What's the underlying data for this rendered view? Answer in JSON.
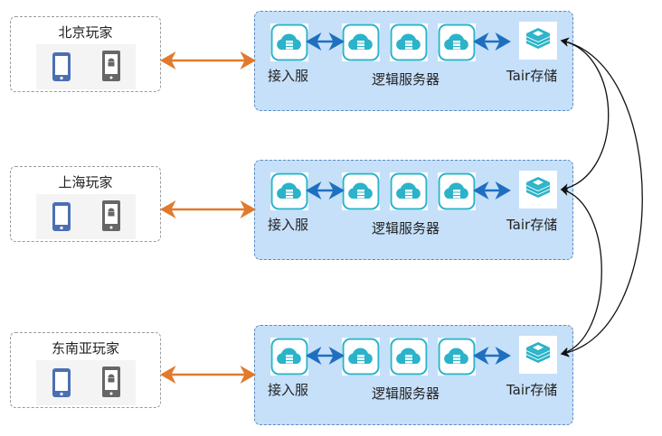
{
  "regions": [
    {
      "player_label": "北京玩家",
      "access_label": "接入服",
      "logic_label": "逻辑服务器",
      "storage_label": "Tair存储"
    },
    {
      "player_label": "上海玩家",
      "access_label": "接入服",
      "logic_label": "逻辑服务器",
      "storage_label": "Tair存储"
    },
    {
      "player_label": "东南亚玩家",
      "access_label": "接入服",
      "logic_label": "逻辑服务器",
      "storage_label": "Tair存储"
    }
  ],
  "icons": {
    "ios_device": "ios-phone-icon",
    "android_device": "android-phone-icon",
    "server": "cloud-server-icon",
    "storage": "tair-storage-icon"
  },
  "colors": {
    "client_link": "#e07a2c",
    "internal_link": "#1f6fc1",
    "sync_link": "#111111",
    "region_fill": "#c6e0fa",
    "server_teal": "#2bb3c9",
    "ios_blue": "#4b6fb3",
    "android_gray": "#666666"
  }
}
